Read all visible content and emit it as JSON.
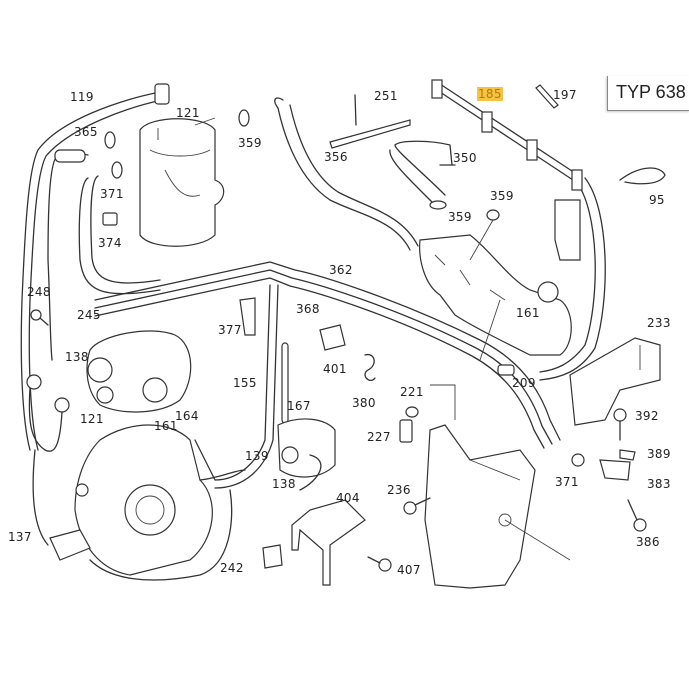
{
  "diagram": {
    "type_label": "TYP 638",
    "highlight_color": "#f5c242",
    "highlighted_part": "185",
    "parts": [
      {
        "id": "119",
        "name": "fuel-line"
      },
      {
        "id": "121",
        "name": "seal-ring-top"
      },
      {
        "id": "365",
        "name": "hose-clamp"
      },
      {
        "id": "371",
        "name": "hose-clamp-left"
      },
      {
        "id": "374",
        "name": "clip"
      },
      {
        "id": "359",
        "name": "hose-clamp-top"
      },
      {
        "id": "251",
        "name": "holder"
      },
      {
        "id": "185",
        "name": "return-line-rail"
      },
      {
        "id": "197",
        "name": "spring"
      },
      {
        "id": "356",
        "name": "hose"
      },
      {
        "id": "350",
        "name": "hose-bend"
      },
      {
        "id": "359",
        "name": "hose-clamp-mid-right"
      },
      {
        "id": "359",
        "name": "hose-clamp-mid-left"
      },
      {
        "id": "95",
        "name": "cable-tie"
      },
      {
        "id": "248",
        "name": "bolt"
      },
      {
        "id": "245",
        "name": "bracket"
      },
      {
        "id": "362",
        "name": "fuel-pipe"
      },
      {
        "id": "368",
        "name": "holder-368"
      },
      {
        "id": "377",
        "name": "clip-377"
      },
      {
        "id": "161",
        "name": "seal-161-upper"
      },
      {
        "id": "233",
        "name": "cover-plate"
      },
      {
        "id": "138",
        "name": "seal-138-left"
      },
      {
        "id": "121",
        "name": "seal-121-left"
      },
      {
        "id": "155",
        "name": "pipe-155"
      },
      {
        "id": "167",
        "name": "rod-167"
      },
      {
        "id": "401",
        "name": "clip-401"
      },
      {
        "id": "380",
        "name": "clip-380"
      },
      {
        "id": "209",
        "name": "sensor-209"
      },
      {
        "id": "221",
        "name": "line-221"
      },
      {
        "id": "392",
        "name": "bolt-392"
      },
      {
        "id": "227",
        "name": "banjo-bolt"
      },
      {
        "id": "164",
        "name": "seal-164"
      },
      {
        "id": "161",
        "name": "seal-161-lower"
      },
      {
        "id": "139",
        "name": "seal-139"
      },
      {
        "id": "138",
        "name": "seal-138-right"
      },
      {
        "id": "389",
        "name": "clip-389"
      },
      {
        "id": "371",
        "name": "hose-clamp-right"
      },
      {
        "id": "383",
        "name": "bracket-383"
      },
      {
        "id": "236",
        "name": "screw-236"
      },
      {
        "id": "404",
        "name": "bracket-404"
      },
      {
        "id": "386",
        "name": "screw-386"
      },
      {
        "id": "137",
        "name": "high-pressure-pump"
      },
      {
        "id": "242",
        "name": "clip-242"
      },
      {
        "id": "407",
        "name": "screw-407"
      }
    ]
  }
}
